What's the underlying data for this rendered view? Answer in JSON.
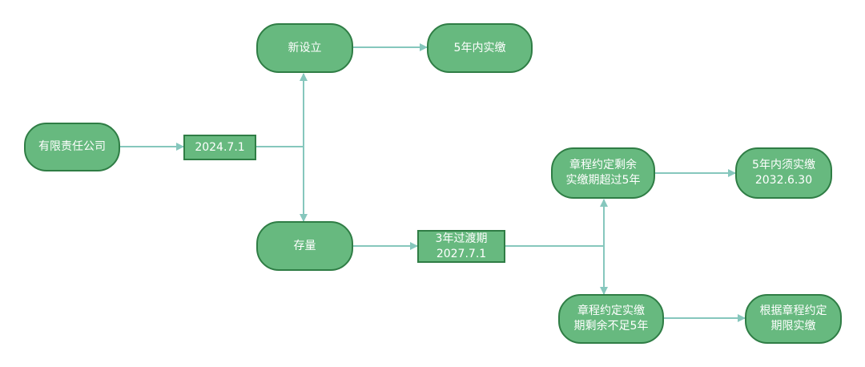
{
  "colors": {
    "node_fill": "#67b97f",
    "node_border": "#2f7d45",
    "edge": "#86c7bd",
    "text": "#ffffff"
  },
  "nodes": {
    "company": "有限责任公司",
    "date_2024": "2024.7.1",
    "new_established": "新设立",
    "pay_5y": "5年内实缴",
    "existing": "存量",
    "transition_line1": "3年过渡期",
    "transition_line2": "2027.7.1",
    "over5_line1": "章程约定剩余",
    "over5_line2": "实缴期超过5年",
    "must5_line1": "5年内须实缴",
    "must5_line2": "2032.6.30",
    "under5_line1": "章程约定实缴",
    "under5_line2": "期剩余不足5年",
    "per_charter_line1": "根据章程约定",
    "per_charter_line2": "期限实缴"
  }
}
